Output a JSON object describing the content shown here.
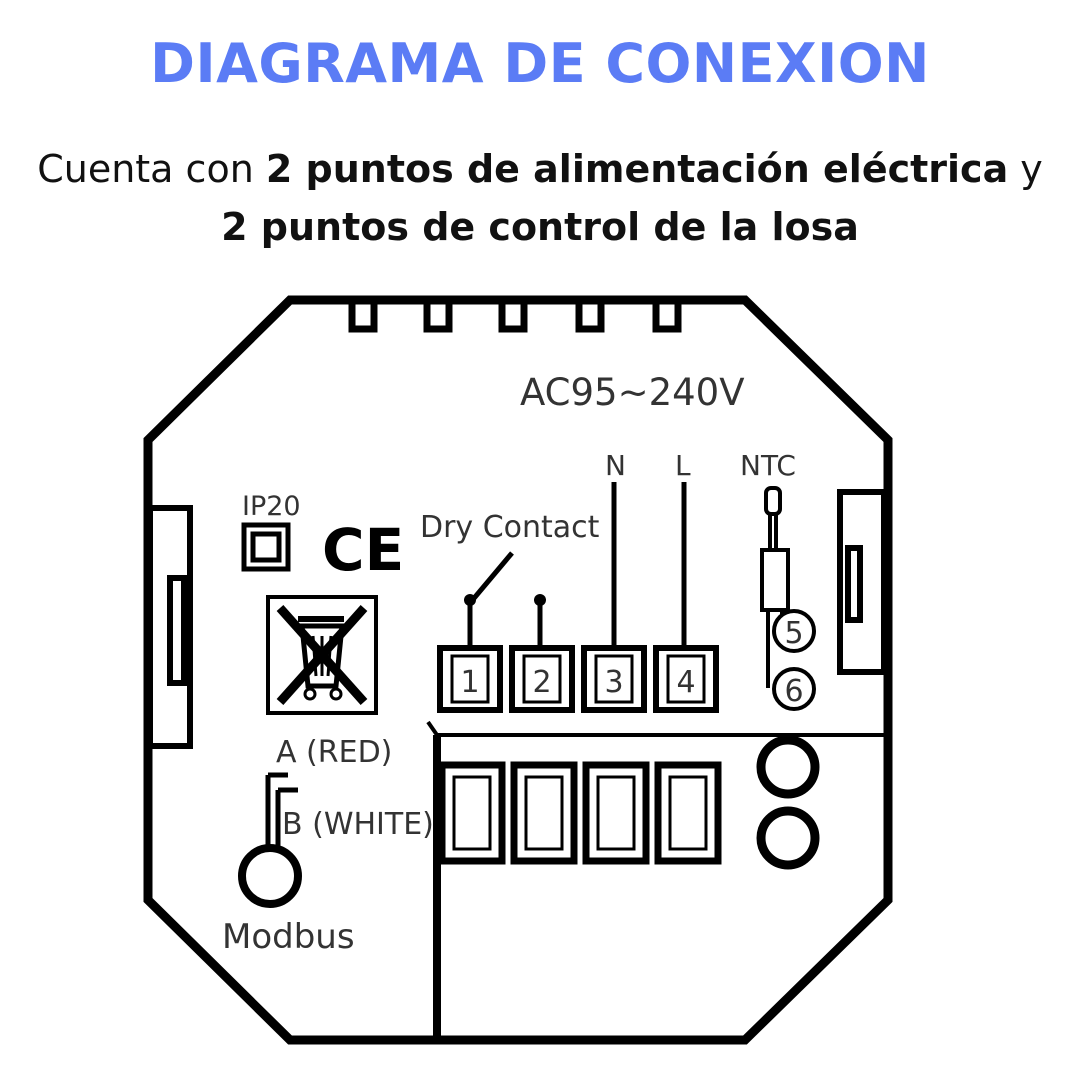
{
  "header": {
    "title": "DIAGRAMA DE CONEXION",
    "subtitle_part1": "Cuenta con ",
    "subtitle_bold1": "2 puntos de alimentación eléctrica",
    "subtitle_part2": " y",
    "subtitle_bold2": "2 puntos de control de la losa"
  },
  "diagram": {
    "voltage_label": "AC95~240V",
    "n_label": "N",
    "l_label": "L",
    "ntc_label": "NTC",
    "ip_label": "IP20",
    "ce_mark": "CE",
    "dry_contact_label": "Dry Contact",
    "terminals": [
      "1",
      "2",
      "3",
      "4"
    ],
    "ntc_terminals": [
      "5",
      "6"
    ],
    "a_label": "A (RED)",
    "b_label": "B (WHITE)",
    "modbus_label": "Modbus"
  },
  "colors": {
    "title": "#5b7cf5",
    "line": "#000000",
    "text": "#333333"
  }
}
